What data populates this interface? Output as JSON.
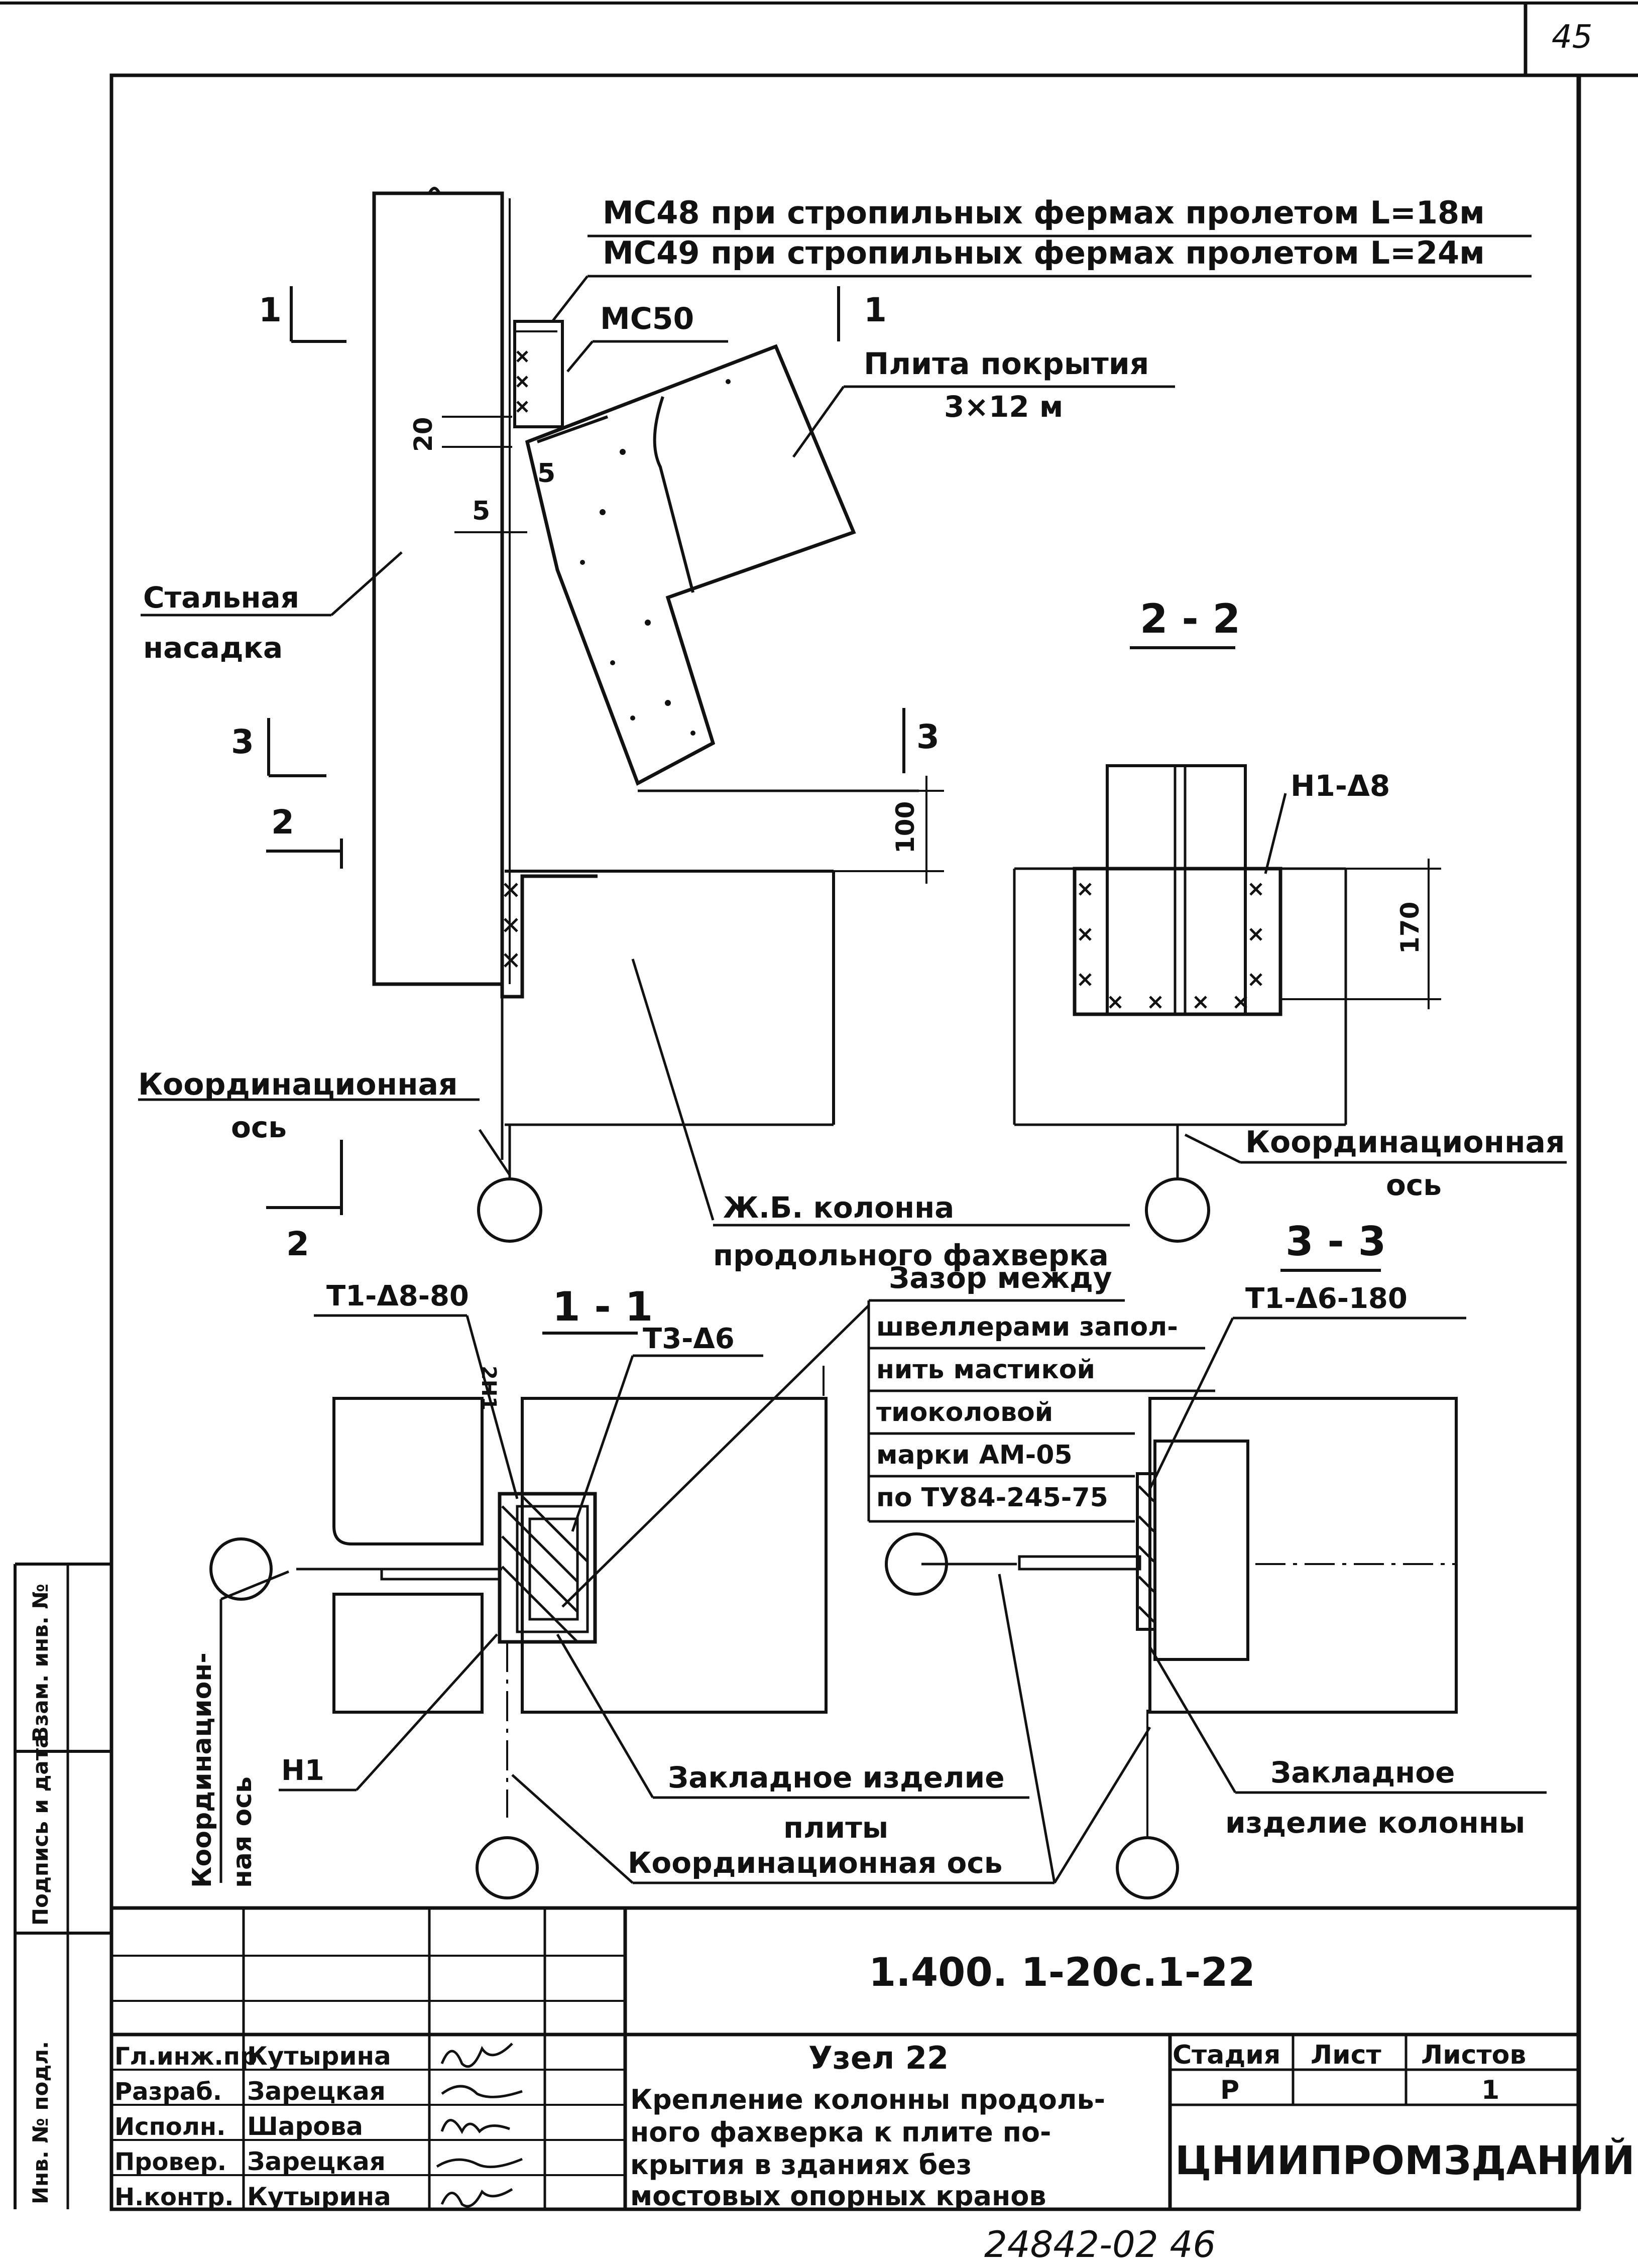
{
  "sheet": {
    "page_number": "45",
    "bottom_number": "24842-02  46"
  },
  "drawing": {
    "leader_mc48": "МС48 при стропильных фермах пролетом L=18м",
    "leader_mc49": "МС49 при стропильных фермах пролетом L=24м",
    "mc50": "МС50",
    "plita_label": "Плита покрытия",
    "plita_size": "3×12 м",
    "steel_cap_1": "Стальная",
    "steel_cap_2": "насадка",
    "dim_20": "20",
    "dim_5a": "5",
    "dim_5b": "5",
    "dim_100": "100",
    "dim_170": "170",
    "cut_1": "1",
    "cut_2": "2",
    "cut_3": "3",
    "section_2_2": "2 - 2",
    "section_1_1": "1 - 1",
    "section_3_3": "3 - 3",
    "h1_d8": "Н1-Δ8",
    "coord_axis_1": "Координационная",
    "coord_axis_1b": "ось",
    "coord_axis_2": "Координационная",
    "coord_axis_2b": "ось",
    "column_1": "Ж.Б. колонна",
    "column_2": "продольного фахверка",
    "gap_note": [
      "Зазор между",
      "швеллерами запол-",
      "нить мастикой",
      "тиоколовой",
      "марки АМ-05",
      "по ТУ84-245-75"
    ],
    "t1_d8_80": "Т1-Δ8-80",
    "two_n1": "2Н1",
    "t3_d6": "Т3-Δ6",
    "t1_d6_180": "Т1-Δ6-180",
    "n1": "Н1",
    "coord_vertical_1": "Координацион-",
    "coord_vertical_2": "ная ось",
    "embed_slab_1": "Закладное изделие",
    "embed_slab_2": "плиты",
    "coord_axis_3": "Координационная ось",
    "embed_col_1": "Закладное",
    "embed_col_2": "изделие колонны"
  },
  "side_stamp": {
    "inv_podl": "Инв. № подл.",
    "podpis": "Подпись и дата",
    "vzam": "Взам. инв. №"
  },
  "title_block": {
    "code": "1.400. 1-20с.1-22",
    "roles": [
      "Гл.инж.пр",
      "Разраб.",
      "Исполн.",
      "Провер.",
      "Н.контр."
    ],
    "names": [
      "Кутырина",
      "Зарецкая",
      "Шарова",
      "Зарецкая",
      "Кутырина"
    ],
    "node_title": "Узел 22",
    "description": [
      "Крепление колонны продоль-",
      "ного фахверка к плите по-",
      "крытия в зданиях без",
      "мостовых опорных кранов"
    ],
    "stage_header": "Стадия",
    "sheet_header": "Лист",
    "sheets_header": "Листов",
    "stage_value": "Р",
    "sheet_value": "",
    "sheets_value": "1",
    "organization": "ЦНИИПРОМЗДАНИЙ"
  }
}
